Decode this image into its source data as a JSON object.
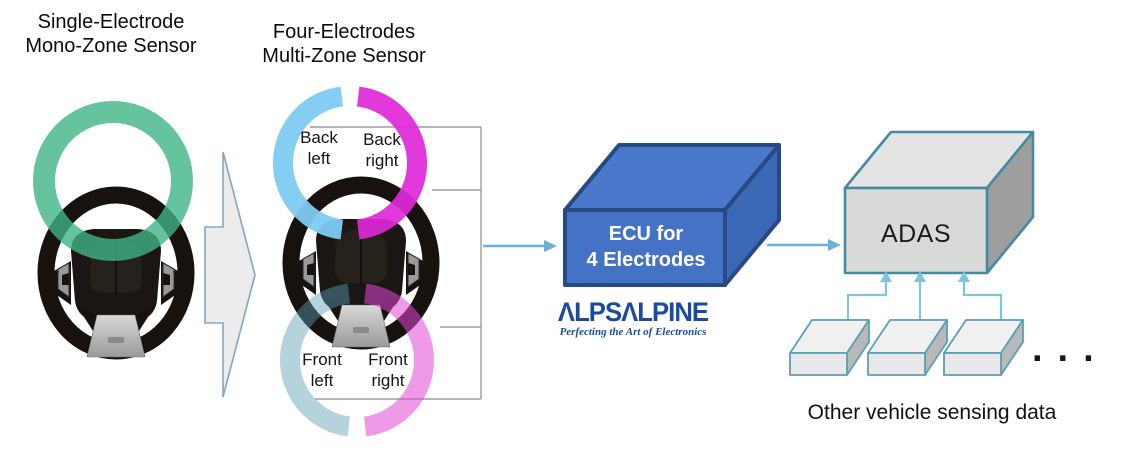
{
  "sensors": {
    "mono": {
      "title_lines": [
        "Single-Electrode",
        "Mono-Zone Sensor"
      ]
    },
    "multi": {
      "title_lines": [
        "Four-Electrodes",
        "Multi-Zone Sensor"
      ],
      "zones": {
        "back_left": [
          "Back",
          "left"
        ],
        "back_right": [
          "Back",
          "right"
        ],
        "front_left": [
          "Front",
          "left"
        ],
        "front_right": [
          "Front",
          "right"
        ]
      }
    }
  },
  "ecu": {
    "label_lines": [
      "ECU for",
      "4 Electrodes"
    ]
  },
  "logo": {
    "wordmark": "ΛLPSΛLPINE",
    "tagline": "Perfecting the Art of Electronics"
  },
  "adas": {
    "label": "ADAS"
  },
  "other_sensing": {
    "caption": "Other vehicle sensing data",
    "ellipsis": "..."
  },
  "colors": {
    "mono_ring_green": "#53be94",
    "back_left_blue": "#8dd1f1",
    "back_right_magenta": "#de28d8",
    "front_left_teal": "#b7d4de",
    "front_right_pink": "#ee99e9",
    "arrow_blue": "#69b2d2",
    "connector_blue": "#7fc3dd",
    "bracket_gray": "#9d9d9d",
    "ecu_blue": "#4473c6",
    "ecu_border_navy": "#274a85",
    "adas_gray": "#d9d9d9",
    "box_border_teal": "#478aa0",
    "logo_blue": "#1a4b9e"
  }
}
